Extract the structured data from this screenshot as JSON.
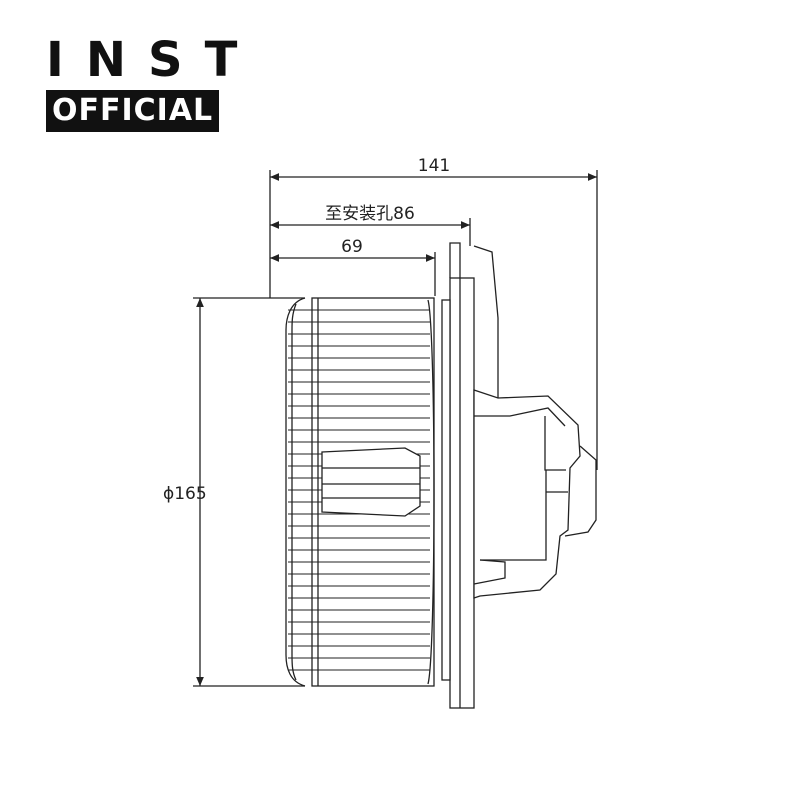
{
  "brand": {
    "name": "INST",
    "tag": "OFFICIAL"
  },
  "dimensions": {
    "overall_length": "141",
    "to_mounting_hole": "至安装孔86",
    "wheel_width": "69",
    "diameter": "ϕ165"
  },
  "colors": {
    "line": "#222222",
    "brand_bg": "#111111",
    "brand_text": "#ffffff"
  }
}
